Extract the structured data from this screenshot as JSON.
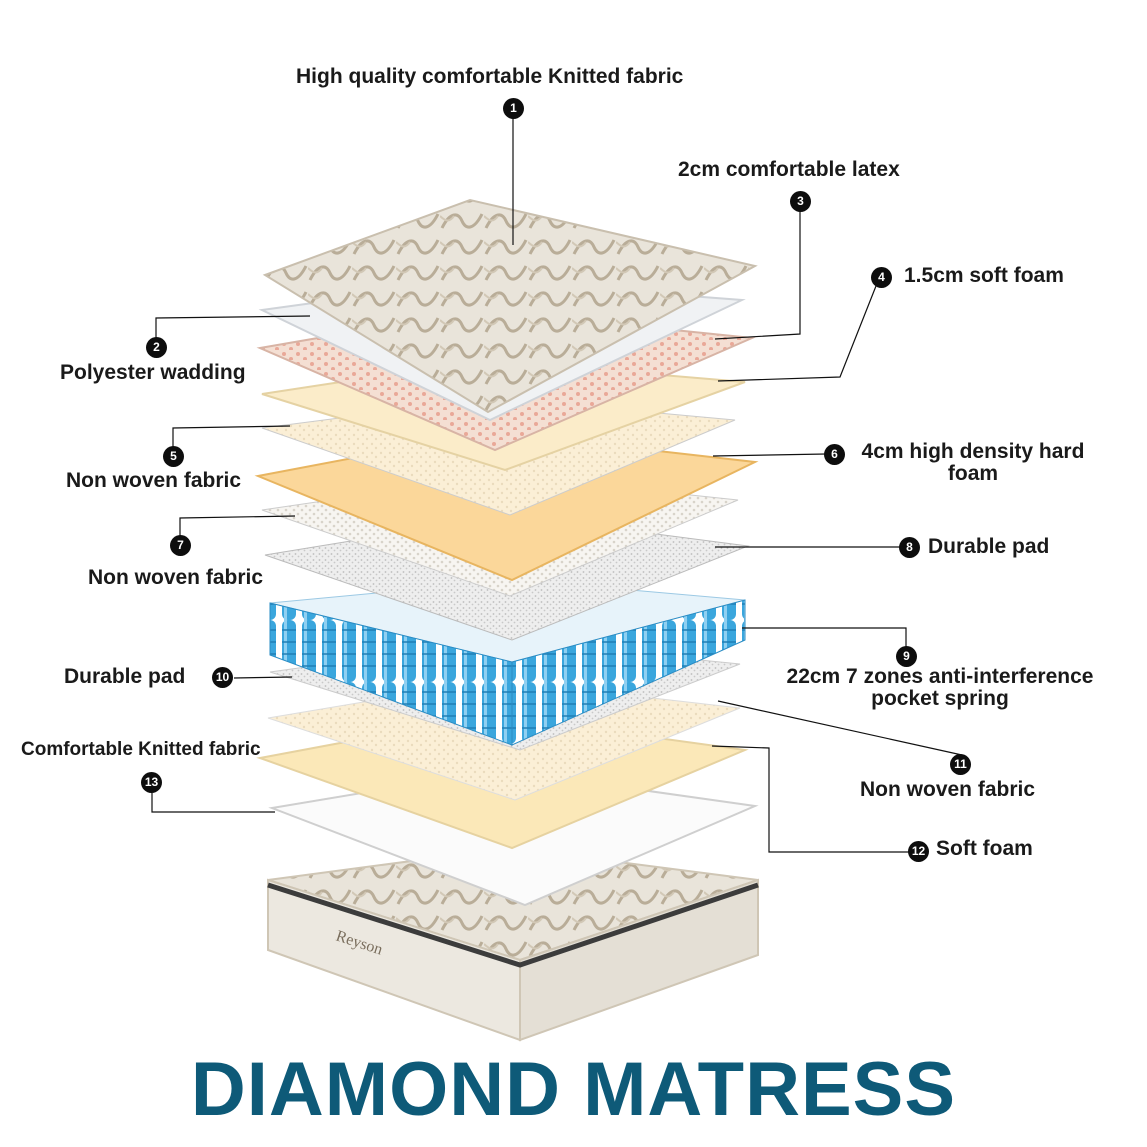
{
  "title": "DIAMOND MATRESS",
  "colors": {
    "title": "#0e5a78",
    "badge": "#0d0d0d",
    "leader": "#111111",
    "knit": "#e8e3d9",
    "wadding": "#eef0f2",
    "latex": "#f3dcd0",
    "soft_foam": "#fbecc8",
    "nonwoven": "#f5f3ef",
    "hard_foam": "#fbd898",
    "pad": "#ececec",
    "spring": "#3aa6dd"
  },
  "mattress": {
    "brand": "Reyson"
  },
  "layers": [
    {
      "num": "1",
      "text": "High quality comfortable Knitted fabric"
    },
    {
      "num": "2",
      "text": "Polyester wadding"
    },
    {
      "num": "3",
      "text": "2cm comfortable latex"
    },
    {
      "num": "4",
      "text": "1.5cm soft foam"
    },
    {
      "num": "5",
      "text": "Non woven fabric"
    },
    {
      "num": "6",
      "text": "4cm high density hard foam"
    },
    {
      "num": "7",
      "text": "Non woven fabric"
    },
    {
      "num": "8",
      "text": "Durable pad"
    },
    {
      "num": "9",
      "text": "22cm 7 zones anti-interference pocket spring"
    },
    {
      "num": "10",
      "text": "Durable pad"
    },
    {
      "num": "11",
      "text": "Non woven fabric"
    },
    {
      "num": "12",
      "text": "Soft foam"
    },
    {
      "num": "13",
      "text": "Comfortable Knitted fabric"
    }
  ]
}
